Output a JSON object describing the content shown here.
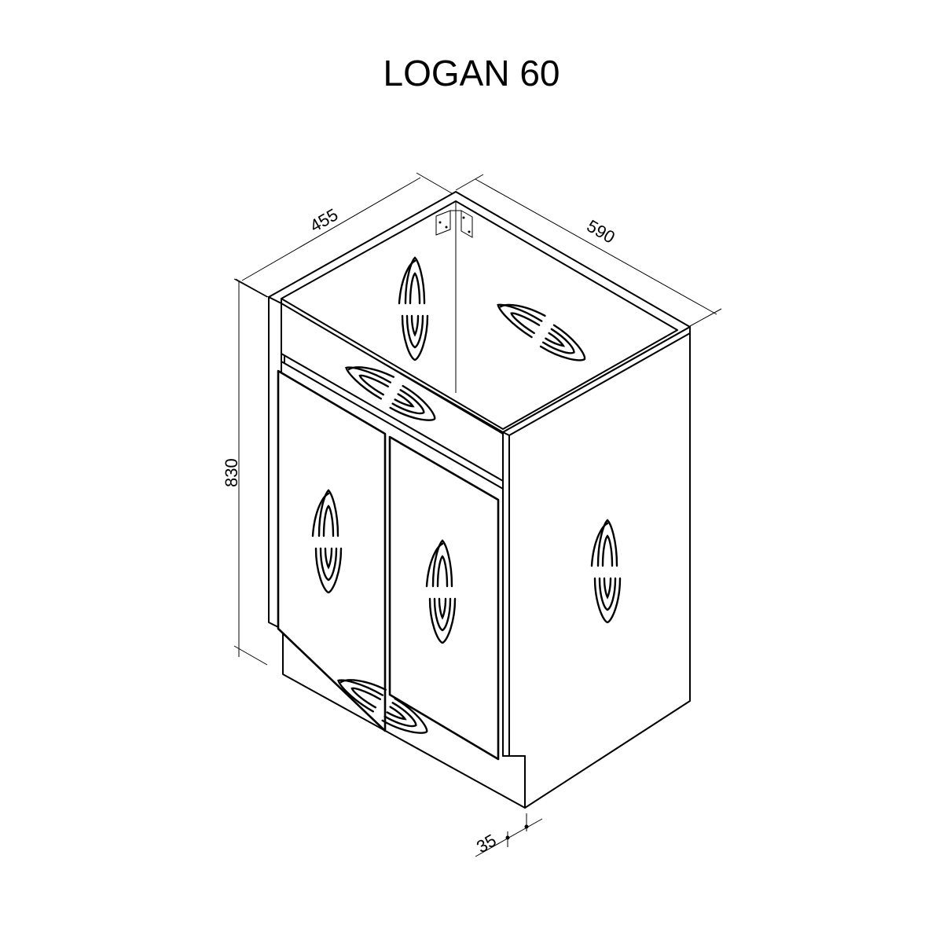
{
  "title": "LOGAN 60",
  "dimensions": {
    "depth": "455",
    "width": "590",
    "height": "830",
    "plinth_offset": "35"
  },
  "drawing": {
    "type": "isometric cabinet technical drawing",
    "parts": [
      "carcass",
      "left-door",
      "right-door",
      "top-rail",
      "plinth",
      "corner-bracket",
      "decorative-motifs"
    ],
    "line_color": "#000000",
    "background": "#ffffff"
  }
}
